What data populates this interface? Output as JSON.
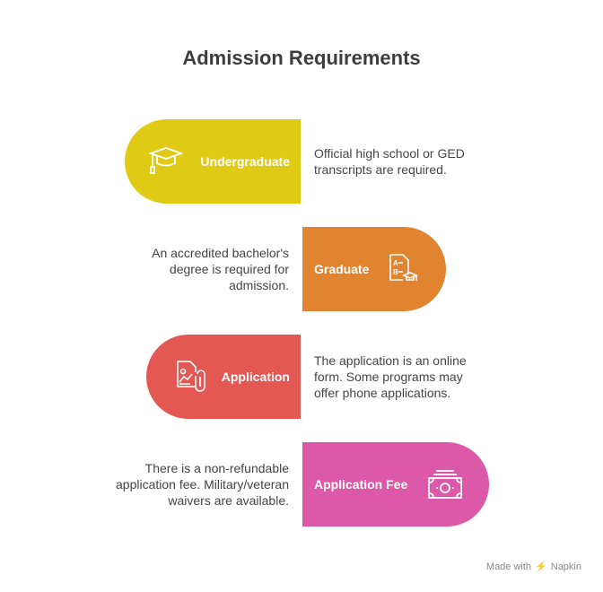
{
  "title": "Admission Requirements",
  "items": [
    {
      "label": "Undergraduate",
      "description": "Official high school or GED transcripts are required.",
      "color": "#DFCB16",
      "icon": "graduation-cap-icon"
    },
    {
      "label": "Graduate",
      "description": "An accredited bachelor's degree is required for admission.",
      "color": "#E08430",
      "icon": "diploma-document-icon"
    },
    {
      "label": "Application",
      "description": "The application is an online form. Some programs may offer phone applications.",
      "color": "#E35853",
      "icon": "document-attachment-icon"
    },
    {
      "label": "Application Fee",
      "description": "There is a non-refundable application fee. Military/veteran waivers are available.",
      "color": "#DC58A8",
      "icon": "money-bill-icon"
    }
  ],
  "footer": {
    "prefix": "Made with",
    "brand": "Napkin"
  }
}
